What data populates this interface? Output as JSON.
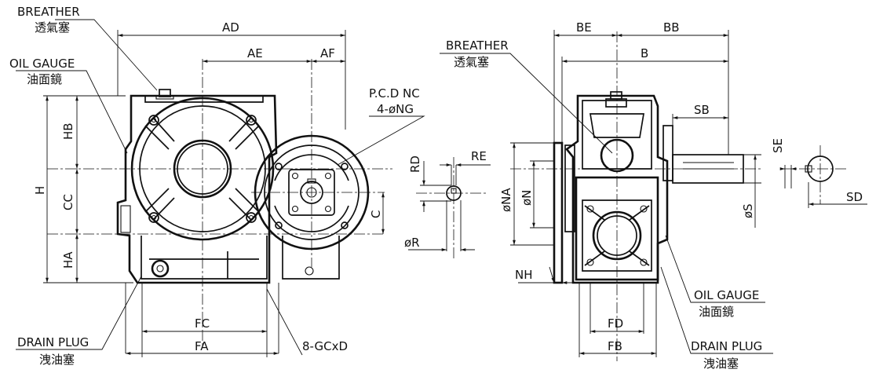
{
  "labels": {
    "breather": "BREATHER",
    "breather_cjk": "透氣塞",
    "oil_gauge": "OIL GAUGE",
    "oil_gauge_cjk": "油面鏡",
    "drain_plug": "DRAIN PLUG",
    "drain_plug_cjk": "洩油塞",
    "pcd": "P.C.D NC",
    "holes": "4-øNG",
    "bolts": "8-GCxD"
  },
  "dimensions": {
    "AD": "AD",
    "AE": "AE",
    "AF": "AF",
    "HB": "HB",
    "H": "H",
    "CC": "CC",
    "HA": "HA",
    "FC": "FC",
    "FA": "FA",
    "C": "C",
    "RD": "RD",
    "RE": "RE",
    "R": "øR",
    "BE": "BE",
    "BB": "BB",
    "B": "B",
    "SB": "SB",
    "NA": "øNA",
    "N": "øN",
    "NH": "NH",
    "SE": "SE",
    "S": "øS",
    "SD": "SD",
    "FD": "FD",
    "FB": "FB"
  }
}
